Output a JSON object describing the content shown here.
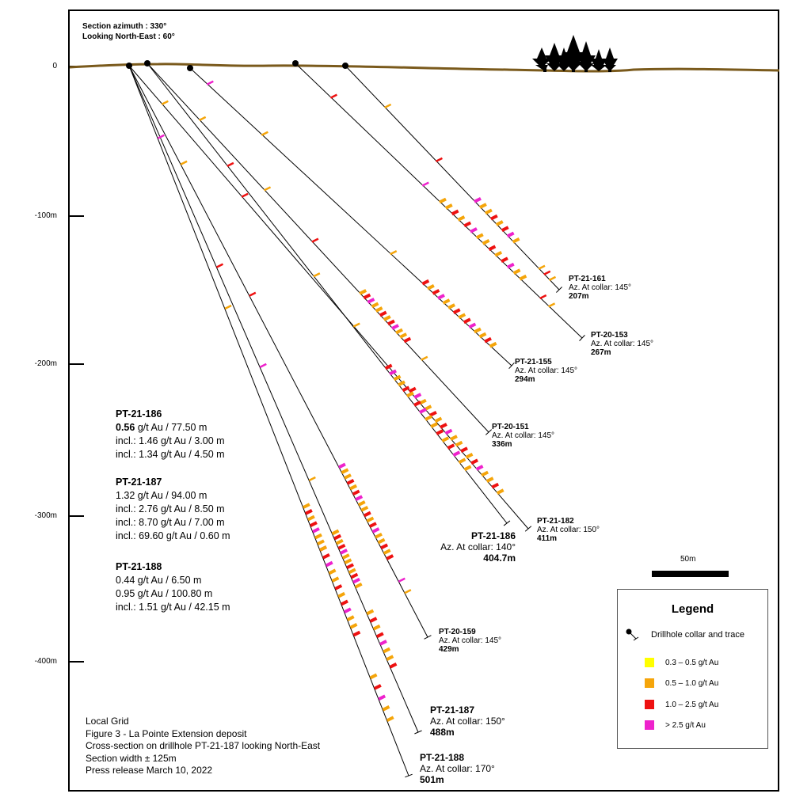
{
  "header": {
    "line1": "Section azimuth : 330°",
    "line2": "Looking North-East : 60°"
  },
  "y_axis": {
    "labels": [
      "0",
      "-100m",
      "-200m",
      "-300m",
      "-400m"
    ]
  },
  "colors": {
    "ground": "#7a5a1c",
    "grade_low": "#ffff00",
    "grade_mid": "#f5a50a",
    "grade_high": "#ee1111",
    "grade_top": "#ee22cc"
  },
  "drillholes": [
    {
      "name": "PT-21-161",
      "azimuth": "Az. At collar: 145°",
      "length": "207m"
    },
    {
      "name": "PT-20-153",
      "azimuth": "Az. At collar: 145°",
      "length": "267m"
    },
    {
      "name": "PT-21-155",
      "azimuth": "Az. At collar: 145°",
      "length": "294m"
    },
    {
      "name": "PT-20-151",
      "azimuth": "Az. At collar: 145°",
      "length": "336m"
    },
    {
      "name": "PT-21-182",
      "azimuth": "Az. At collar: 150°",
      "length": "411m"
    },
    {
      "name": "PT-21-186",
      "azimuth": "Az. At collar: 140°",
      "length": "404.7m"
    },
    {
      "name": "PT-20-159",
      "azimuth": "Az. At collar: 145°",
      "length": "429m"
    },
    {
      "name": "PT-21-187",
      "azimuth": "Az. At collar: 150°",
      "length": "488m"
    },
    {
      "name": "PT-21-188",
      "azimuth": "Az. At collar: 170°",
      "length": "501m"
    }
  ],
  "results": [
    {
      "hole": "PT-21-186",
      "main_grade": "0.56",
      "main_rest": " g/t Au / 77.50 m",
      "lines": [
        "incl.: 1.46 g/t Au / 3.00 m",
        "incl.: 1.34 g/t Au / 4.50 m"
      ]
    },
    {
      "hole": "PT-21-187",
      "lines": [
        "1.32 g/t Au / 94.00 m",
        "incl.: 2.76 g/t Au / 8.50 m",
        "incl.: 8.70 g/t Au / 7.00 m",
        "incl.: 69.60 g/t Au / 0.60 m"
      ]
    },
    {
      "hole": "PT-21-188",
      "lines": [
        "0.44 g/t Au / 6.50 m",
        "0.95 g/t Au / 100.80 m",
        "incl.: 1.51 g/t Au / 42.15 m"
      ]
    }
  ],
  "notes": [
    "Local Grid",
    "Figure 3 - La Pointe Extension deposit",
    "Cross-section on drillhole PT-21-187 looking North-East",
    "Section width ± 125m",
    "Press release  March 10, 2022"
  ],
  "scale_bar": {
    "label": "50m"
  },
  "legend": {
    "title": "Legend",
    "collar_label": "Drillhole collar and trace",
    "items": [
      {
        "label": "0.3 – 0.5 g/t Au",
        "color": "#ffff00"
      },
      {
        "label": "0.5 – 1.0 g/t Au",
        "color": "#f5a50a"
      },
      {
        "label": "1.0 – 2.5 g/t Au",
        "color": "#ee1111"
      },
      {
        "label": "> 2.5 g/t Au",
        "color": "#ee22cc"
      }
    ]
  }
}
